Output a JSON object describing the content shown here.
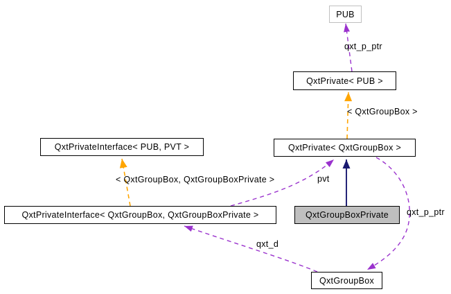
{
  "diagram": {
    "kind": "collaboration-graph",
    "nodes": [
      {
        "label": "PUB",
        "type": "external"
      },
      {
        "label": "QxtPrivate< PUB >",
        "type": "class"
      },
      {
        "label": "QxtPrivateInterface< PUB, PVT >",
        "type": "class"
      },
      {
        "label": "QxtPrivate< QxtGroupBox >",
        "type": "class"
      },
      {
        "label": "QxtPrivateInterface< QxtGroupBox, QxtGroupBoxPrivate >",
        "type": "class"
      },
      {
        "label": "QxtGroupBoxPrivate",
        "type": "selected"
      },
      {
        "label": "QxtGroupBox",
        "type": "class"
      }
    ],
    "edges": [
      {
        "label": "qxt_p_ptr",
        "from": "QxtPrivate< PUB >",
        "to": "PUB",
        "style": "dashed",
        "color": "#9a32cd"
      },
      {
        "label": "< QxtGroupBox >",
        "from": "QxtPrivate< QxtGroupBox >",
        "to": "QxtPrivate< PUB >",
        "style": "dashed",
        "color": "#ffa500"
      },
      {
        "label": "< QxtGroupBox, QxtGroupBoxPrivate >",
        "from": "QxtPrivateInterface< QxtGroupBox, QxtGroupBoxPrivate >",
        "to": "QxtPrivateInterface< PUB, PVT >",
        "style": "dashed",
        "color": "#ffa500"
      },
      {
        "label": "pvt",
        "from": "QxtPrivateInterface< QxtGroupBox, QxtGroupBoxPrivate >",
        "to": "QxtPrivate< QxtGroupBox >",
        "style": "dashed",
        "color": "#9a32cd"
      },
      {
        "label": "",
        "from": "QxtGroupBoxPrivate",
        "to": "QxtPrivate< QxtGroupBox >",
        "style": "solid",
        "color": "#191970"
      },
      {
        "label": "qxt_p_ptr",
        "from": "QxtPrivate< QxtGroupBox >",
        "to": "QxtGroupBox",
        "style": "dashed",
        "color": "#9a32cd"
      },
      {
        "label": "qxt_d",
        "from": "QxtGroupBox",
        "to": "QxtPrivateInterface< QxtGroupBox, QxtGroupBoxPrivate >",
        "style": "dashed",
        "color": "#9a32cd"
      }
    ],
    "colors": {
      "member_edge": "#9a32cd",
      "template_edge": "#ffa500",
      "inheritance_edge": "#191970",
      "node_border": "#000000",
      "external_node_border": "#bfbfbf",
      "selected_node_fill": "#bfbfbf",
      "background": "#ffffff"
    }
  }
}
